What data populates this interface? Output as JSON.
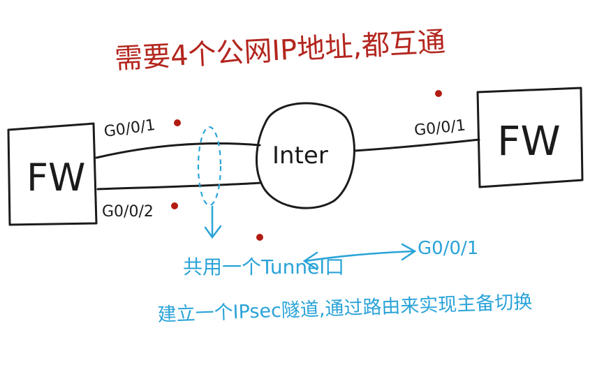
{
  "title": "需要4个公网IP地址,都互通",
  "nodes": {
    "fw_left": "FW",
    "fw_right": "FW",
    "internet": "Inter"
  },
  "interfaces": {
    "left_top": "G0/0/1",
    "left_bottom": "G0/0/2",
    "right": "G0/0/1"
  },
  "notes": {
    "tunnel_share": "共用一个Tunnel口",
    "tunnel_peer": "G0/0/1",
    "ipsec": "建立一个IPsec隧道,通过路由来实现主备切换"
  },
  "colors": {
    "ink": "#1b1b1b",
    "title": "#b3261e",
    "note": "#2aa3d8",
    "dot": "#b21b12"
  }
}
